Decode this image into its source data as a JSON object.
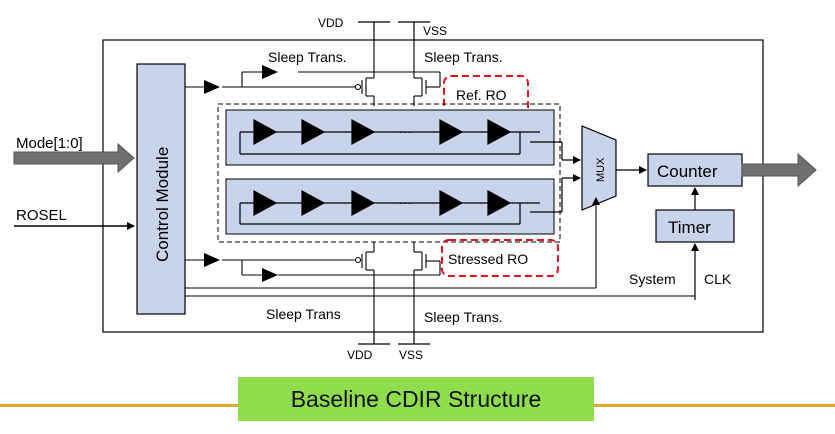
{
  "diagram": {
    "supply": {
      "vdd_top": "VDD",
      "vss_top": "VSS",
      "vdd_bottom": "VDD",
      "vss_bottom": "VSS"
    },
    "sleep_trans_top_left": "Sleep Trans.",
    "sleep_trans_top_right": "Sleep Trans.",
    "sleep_trans_bottom_left": "Sleep Trans",
    "sleep_trans_bottom_right": "Sleep Trans.",
    "ref_ro": "Ref. RO",
    "stressed_ro": "Stressed RO",
    "control_module": "Control Module",
    "mode_input": "Mode[1:0]",
    "rosel_input": "ROSEL",
    "mux": "MUX",
    "counter": "Counter",
    "timer": "Timer",
    "system_clk_left": "System",
    "system_clk_right": "CLK",
    "ellipsis": "···"
  },
  "caption": "Baseline CDIR Structure",
  "colors": {
    "box_fill": "#c9d3ea",
    "outline_red": "#e0141c",
    "caption_bg": "#8fdc4c",
    "rule": "#e5a52a",
    "arrow_gray": "#707070"
  }
}
